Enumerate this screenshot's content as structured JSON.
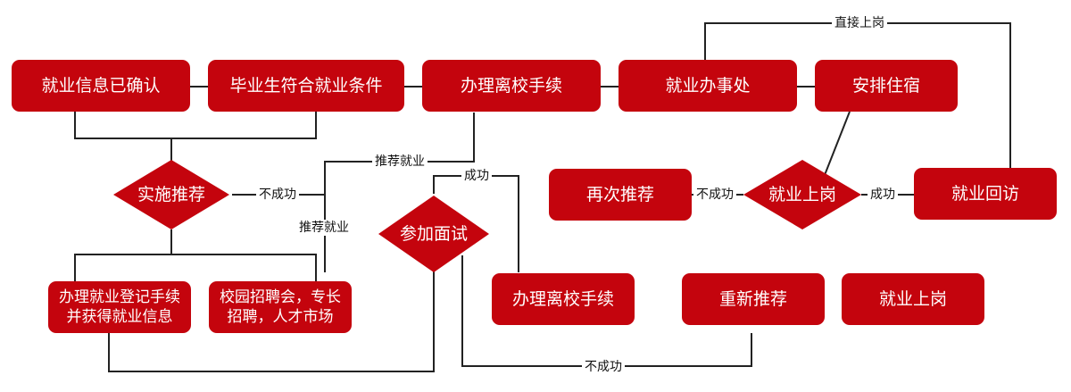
{
  "nodes": {
    "employment_confirmed": "就业信息已确认",
    "graduate_eligible": "毕业生符合就业条件",
    "leave_school_procedure_top": "办理离校手续",
    "employment_office": "就业办事处",
    "arrange_accommodation": "安排住宿",
    "implement_recommendation": "实施推荐",
    "recommend_again": "再次推荐",
    "start_work_decision": "就业上岗",
    "employment_follow_up": "就业回访",
    "interview": "参加面试",
    "register_procedure": "办理就业登记手续\n并获得就业信息",
    "campus_fair": "校园招聘会，专长\n招聘，人才市场",
    "leave_school_procedure_bottom": "办理离校手续",
    "re_recommend": "重新推荐",
    "start_work": "就业上岗"
  },
  "labels": {
    "direct_start_work": "直接上岗",
    "recommend_employment_top": "推荐就业",
    "recommend_employment_mid": "推荐就业",
    "not_success_left": "不成功",
    "success_interview": "成功",
    "not_success_right": "不成功",
    "success_right": "成功",
    "not_success_bottom": "不成功"
  },
  "colors": {
    "node_fill": "#c4040d",
    "node_text": "#ffffff",
    "connector": "#222222"
  }
}
